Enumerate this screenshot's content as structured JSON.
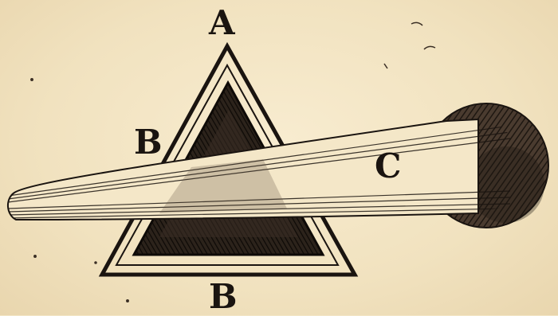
{
  "figure": {
    "labels": {
      "apex": "A",
      "left_edge": "B",
      "right_point": "C",
      "base": "B"
    },
    "colors": {
      "paper": "#f3e6c6",
      "ink": "#1a1410",
      "shadow": "#3a2e24"
    }
  }
}
